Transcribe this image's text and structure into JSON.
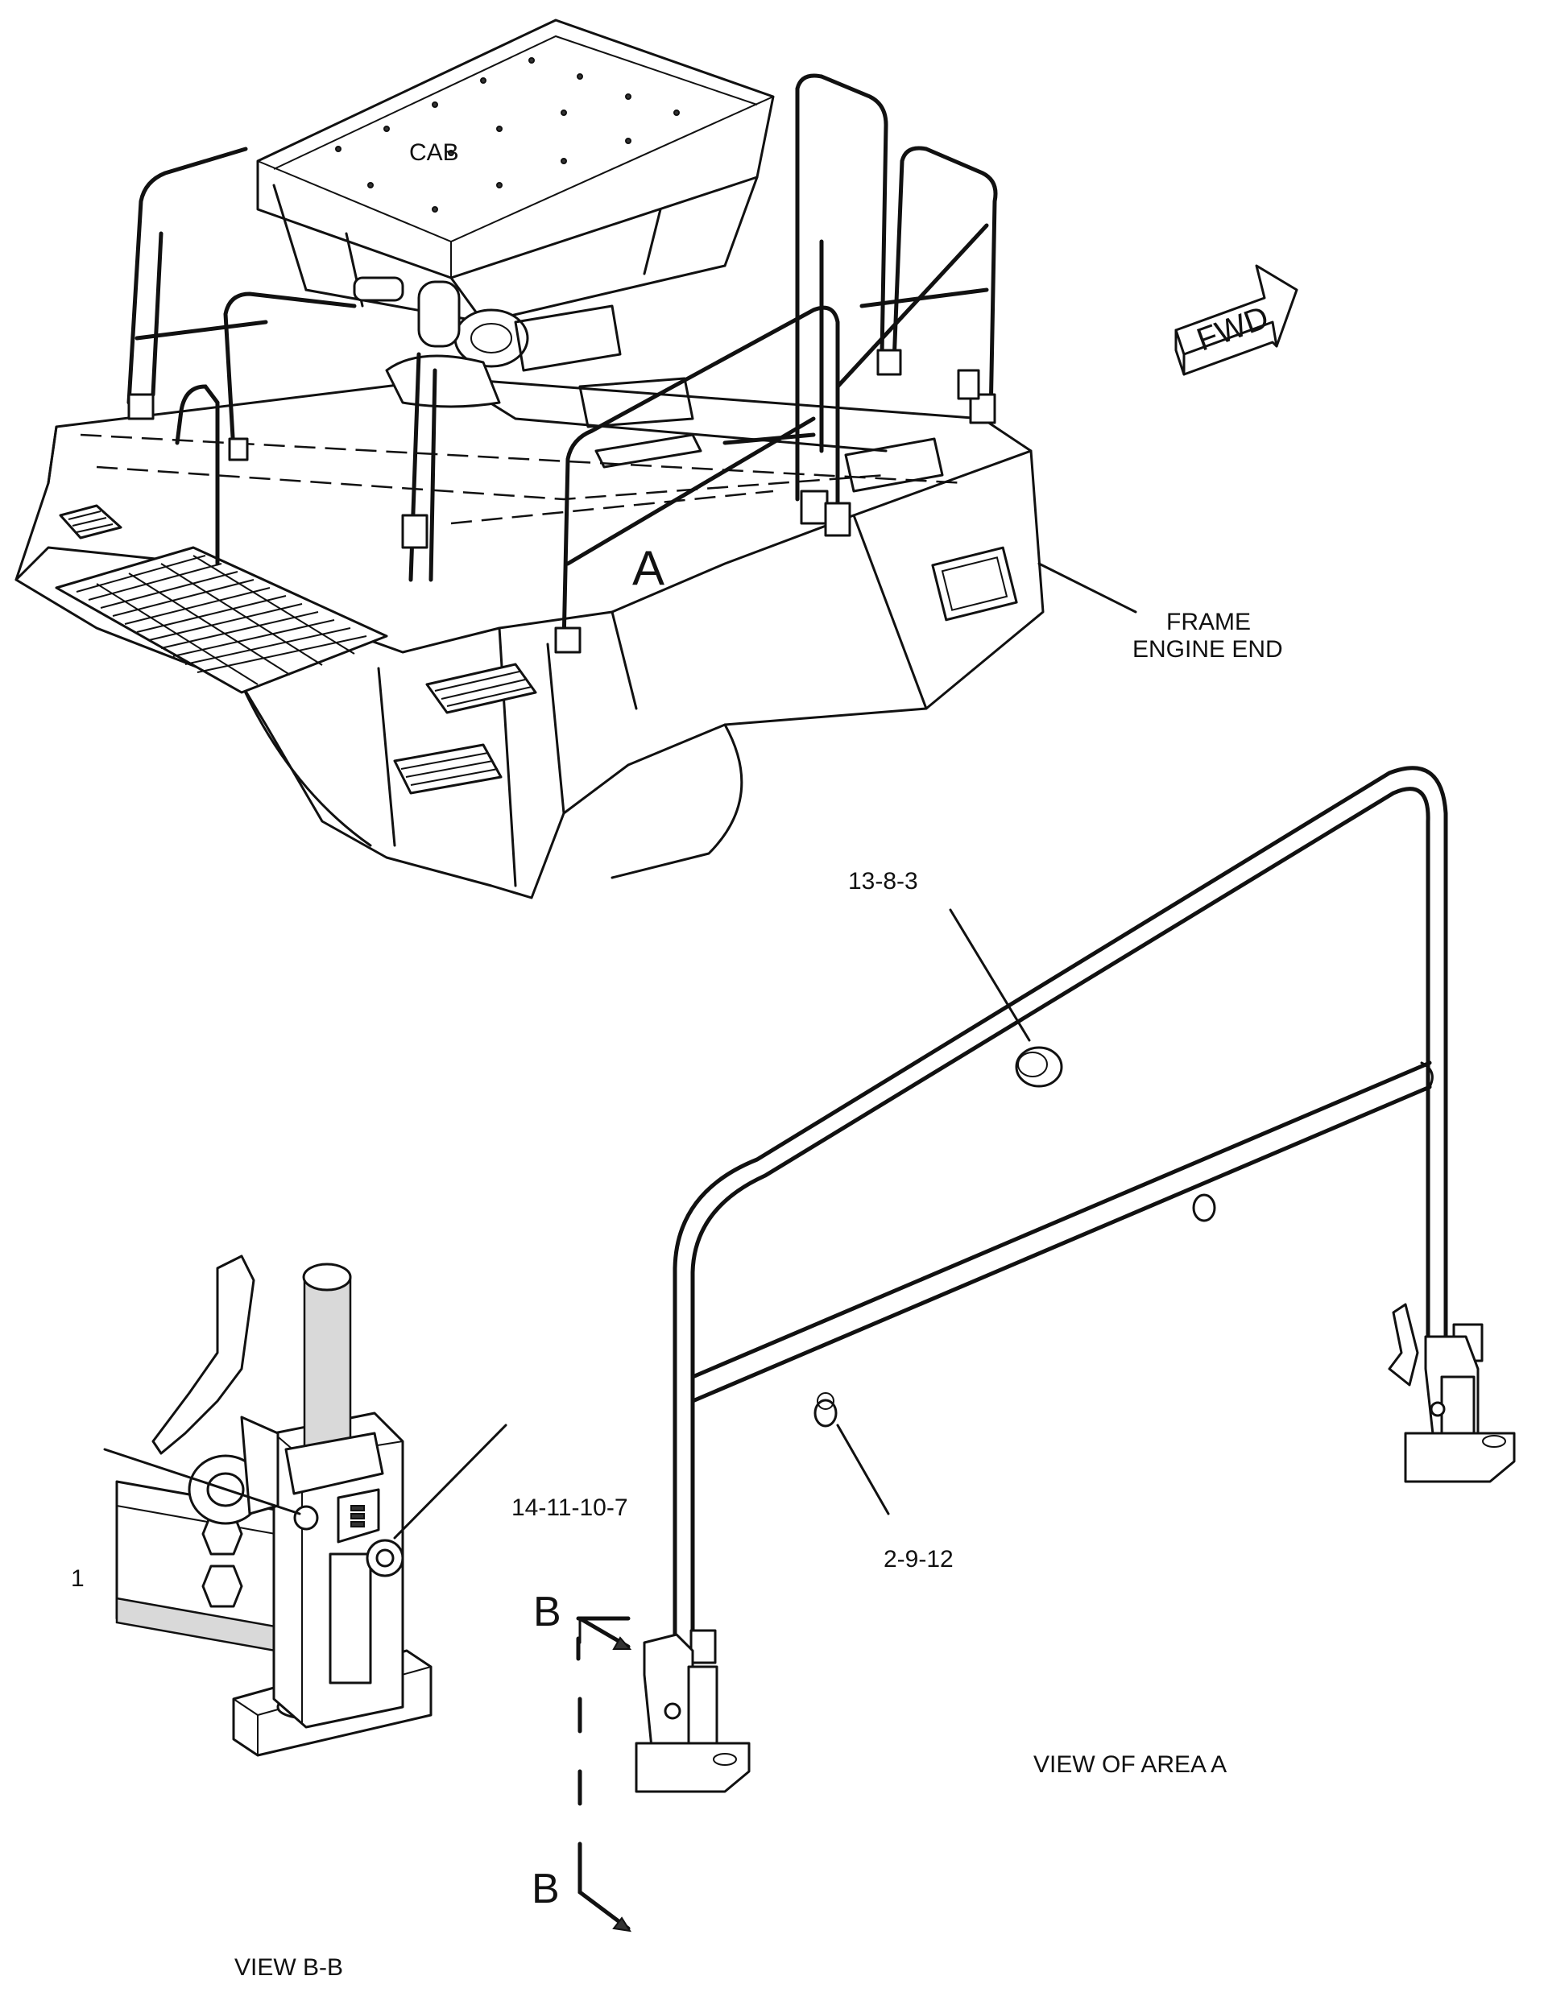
{
  "labels": {
    "cab": "CAB",
    "fwd": "FWD",
    "area_marker": "A",
    "frame_line1": "FRAME",
    "frame_line2": "ENGINE END",
    "part_13_8_3": "13-8-3",
    "part_2_9_12": "2-9-12",
    "part_14_11_10_7": "14-11-10-7",
    "part_1": "1",
    "section_top": "B",
    "section_bottom": "B",
    "view_area_a": "VIEW OF AREA A",
    "view_b_b": "VIEW B-B"
  },
  "icons": {
    "fwd_arrow": "fwd-arrow-icon"
  },
  "colors": {
    "line": "#111111",
    "background": "#ffffff"
  }
}
